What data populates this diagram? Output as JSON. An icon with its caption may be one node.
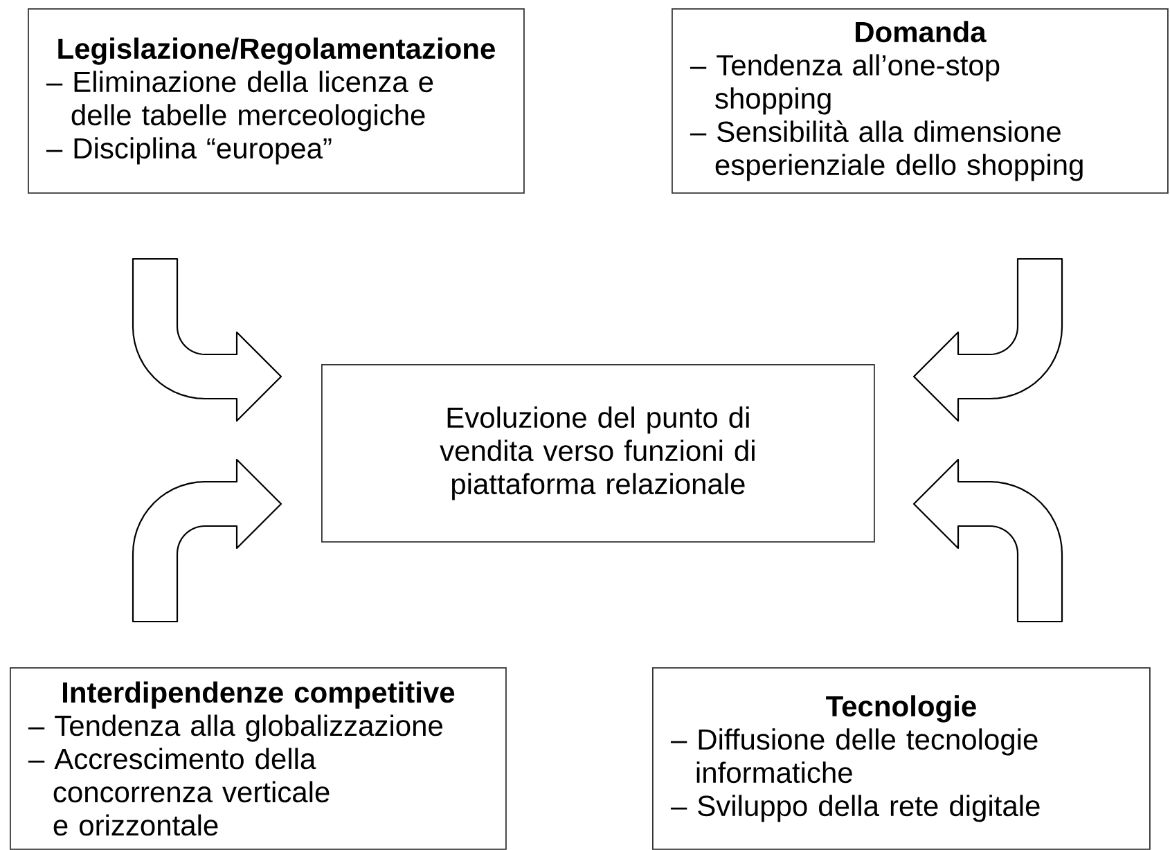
{
  "diagram": {
    "nodes": [
      {
        "text": [
          "Legislazione/Regolamentazione",
          "– Eliminazione della licenza e delle tabelle merceologiche",
          "– Disciplina “europea”"
        ]
      },
      {
        "text": [
          "Domanda",
          "– Tendenza all’one-stop shopping",
          "– Sensibilità alla dimensione esperienziale dello shopping"
        ]
      },
      {
        "text": [
          "Evoluzione del punto di vendita verso funzioni di piattaforma relazionale"
        ]
      },
      {
        "text": [
          "Interdipendenze competitive",
          "– Tendenza alla globalizzazione",
          "– Accrescimento della concorrenza verticale e orizzontale"
        ]
      },
      {
        "text": [
          "Tecnologie",
          "– Diffusione delle tecnologie informatiche",
          "– Sviluppo della rete digitale"
        ]
      }
    ],
    "edges": [
      {
        "from": 0,
        "to": 2,
        "arrow": "to"
      },
      {
        "from": 1,
        "to": 2,
        "arrow": "to"
      },
      {
        "from": 3,
        "to": 2,
        "arrow": "to"
      },
      {
        "from": 4,
        "to": 2,
        "arrow": "to"
      }
    ]
  }
}
